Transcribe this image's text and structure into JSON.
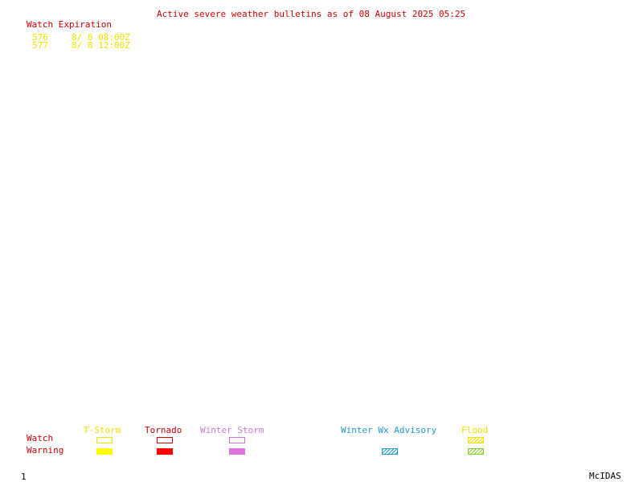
{
  "header": {
    "title": "Active severe weather bulletins as of 08 August 2025 05:25"
  },
  "watch_list": {
    "heading": "Watch Expiration",
    "rows": [
      {
        "id": "576",
        "expiration": "8/ 8 08:00Z"
      },
      {
        "id": "577",
        "expiration": "8/ 8 12:00Z"
      }
    ]
  },
  "legend": {
    "row_labels": {
      "watch": "Watch",
      "warning": "Warning"
    },
    "categories": [
      {
        "label": "T-Storm",
        "color": "#f0e000"
      },
      {
        "label": "Tornado",
        "color": "#ff0000"
      },
      {
        "label": "Winter Storm",
        "color": "#dd77dd"
      },
      {
        "label": "Winter Wx Advisory",
        "color": "#2299cc"
      },
      {
        "label": "Flood",
        "color": "#88cc33"
      }
    ]
  },
  "footer": {
    "frame_number": "1",
    "brand": "McIDAS"
  },
  "colors": {
    "text_red": "#cc0000",
    "text_yellow": "#f0e000"
  }
}
